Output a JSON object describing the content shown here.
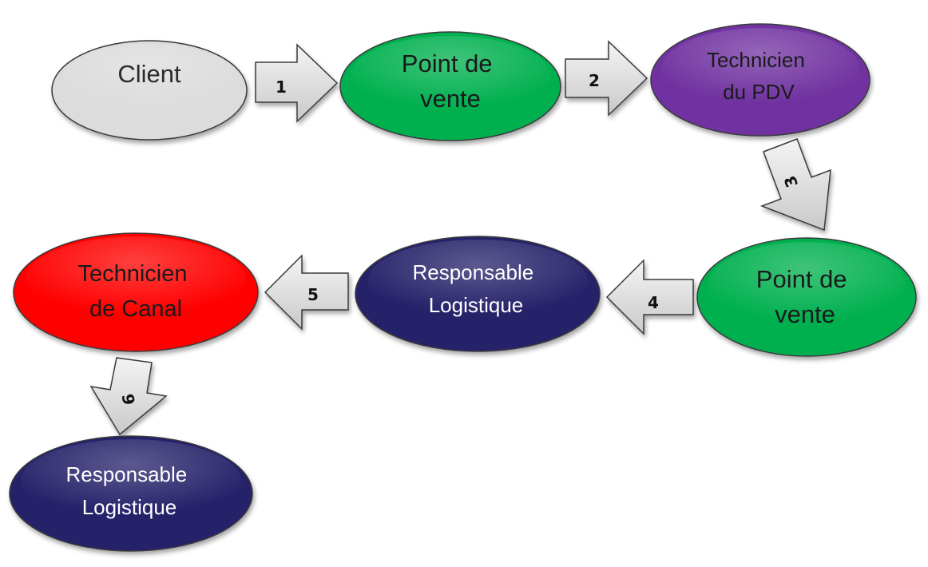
{
  "nodes": [
    {
      "id": "client",
      "lines": [
        "Client"
      ],
      "fill": "#dcdcdc",
      "text_color": "#2b2b2b"
    },
    {
      "id": "point-de-vente-1",
      "lines": [
        "Point de",
        "vente"
      ],
      "fill": "#00b050",
      "text_color": "#1a1a1a"
    },
    {
      "id": "technicien-pdv",
      "lines": [
        "Technicien",
        "du PDV"
      ],
      "fill": "#7030a0",
      "text_color": "#1a1a1a"
    },
    {
      "id": "point-de-vente-2",
      "lines": [
        "Point de",
        "vente"
      ],
      "fill": "#00b050",
      "text_color": "#1a1a1a"
    },
    {
      "id": "responsable-logistique-1",
      "lines": [
        "Responsable",
        "Logistique"
      ],
      "fill": "#25206b",
      "text_color": "#ffffff"
    },
    {
      "id": "technicien-canal",
      "lines": [
        "Technicien",
        "de Canal"
      ],
      "fill": "#ff0000",
      "text_color": "#1a1a1a"
    },
    {
      "id": "responsable-logistique-2",
      "lines": [
        "Responsable",
        "Logistique"
      ],
      "fill": "#25206b",
      "text_color": "#ffffff"
    }
  ],
  "arrows": [
    {
      "id": "1",
      "label": "1"
    },
    {
      "id": "2",
      "label": "2"
    },
    {
      "id": "3",
      "label": "3"
    },
    {
      "id": "4",
      "label": "4"
    },
    {
      "id": "5",
      "label": "5"
    },
    {
      "id": "6",
      "label": "6"
    }
  ]
}
